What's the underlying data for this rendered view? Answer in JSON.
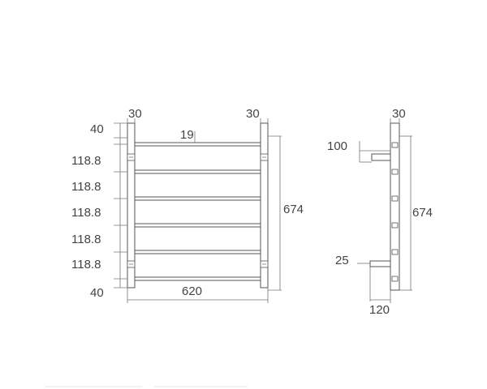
{
  "front_view": {
    "top_left_width": "30",
    "top_right_width": "30",
    "bar_diameter": "19",
    "left_spacings": [
      "40",
      "118.8",
      "118.8",
      "118.8",
      "118.8",
      "118.8",
      "40"
    ],
    "total_width": "620",
    "total_height": "674"
  },
  "side_view": {
    "top_width": "30",
    "top_offset": "100",
    "bottom_offset": "25",
    "total_height": "674",
    "depth": "120"
  }
}
